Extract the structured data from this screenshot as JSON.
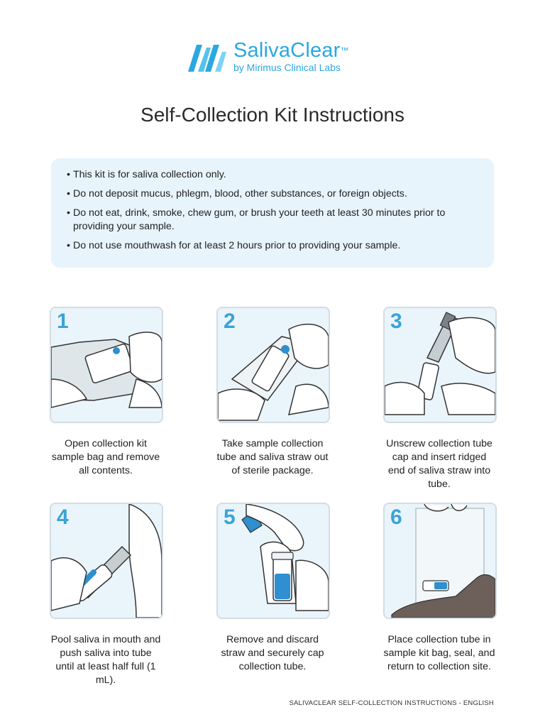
{
  "brand": {
    "name": "SalivaClear",
    "trademark": "™",
    "subtitle": "by Mirimus Clinical Labs",
    "color": "#2aa8e0"
  },
  "title": "Self-Collection Kit Instructions",
  "notices": [
    "This kit is for saliva collection only.",
    "Do not deposit mucus, phlegm, blood, other substances, or foreign objects.",
    "Do not eat, drink, smoke, chew gum, or brush your teeth at least 30 minutes prior to providing your sample.",
    "Do not use mouthwash for at least 2 hours prior to providing your sample."
  ],
  "steps": [
    {
      "number": "1",
      "illustration": "open-bag",
      "caption": "Open collection kit sample bag and remove all contents."
    },
    {
      "number": "2",
      "illustration": "sterile-package",
      "caption": "Take sample collection tube and saliva straw out of sterile package."
    },
    {
      "number": "3",
      "illustration": "insert-straw",
      "caption": "Unscrew collection tube cap and insert ridged end of saliva straw into tube."
    },
    {
      "number": "4",
      "illustration": "pool-saliva",
      "caption": "Pool saliva in mouth and push saliva into tube until at least half full (1 mL)."
    },
    {
      "number": "5",
      "illustration": "cap-tube",
      "caption": "Remove and discard straw and securely cap collection tube."
    },
    {
      "number": "6",
      "illustration": "place-in-bag",
      "caption": "Place collection tube in sample kit bag, seal, and return to collection site."
    }
  ],
  "footer": "SALIVACLEAR SELF-COLLECTION INSTRUCTIONS - ENGLISH",
  "colors": {
    "accent": "#3ba3d9",
    "notice_bg": "#e7f4fb",
    "panel_bg": "#eaf5fb",
    "saliva": "#2f8fd0",
    "skin_dark": "#6d5f5a"
  }
}
